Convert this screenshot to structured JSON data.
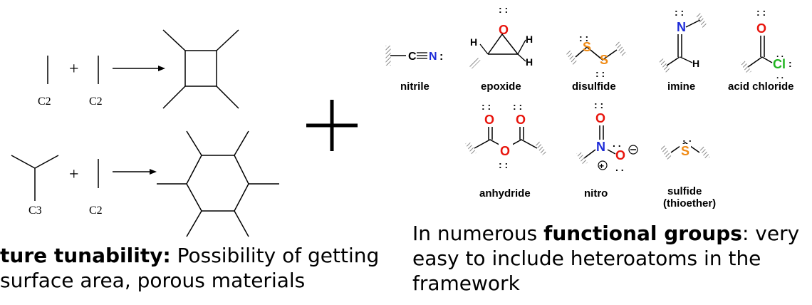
{
  "reactions": {
    "r1_left": "C2",
    "r1_right": "C2",
    "r2_left": "C3",
    "r2_right": "C2",
    "plus": "+"
  },
  "colors": {
    "oxygen": "#e8140c",
    "nitrogen": "#1d2bd8",
    "sulfur": "#f08a14",
    "chlorine": "#1fb31f"
  },
  "functional_groups": {
    "nitrile": "nitrile",
    "epoxide": "epoxide",
    "disulfide": "disulfide",
    "imine": "imine",
    "acid_chloride": "acid chloride",
    "anhydride": "anhydride",
    "nitro": "nitro",
    "sulfide": "sulfide",
    "sulfide_sub": "(thioether)"
  },
  "captions": {
    "left_bold": "ture tunability:",
    "left_rest": " Possibility of getting",
    "left_line2": "surface area, porous materials",
    "right_pre": "In numerous ",
    "right_bold": "functional groups",
    "right_rest": ": very",
    "right_line2": "easy to include heteroatoms in the",
    "right_line3": "framework"
  }
}
